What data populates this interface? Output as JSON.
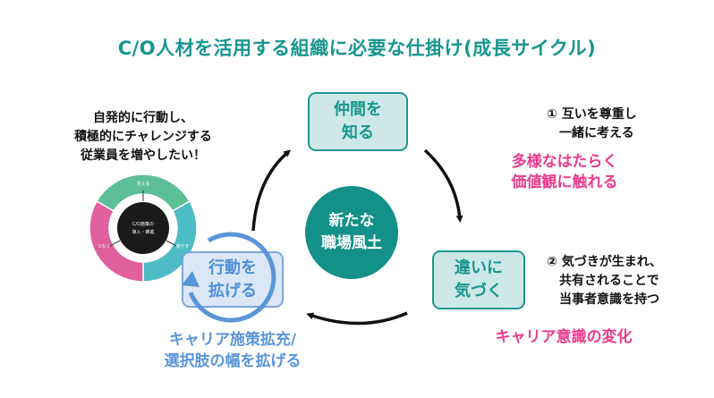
{
  "title": "C/O人材を活用する組織に必要な仕掛け(成長サイクル)",
  "left_intro": {
    "lines": [
      "自発的に行動し、",
      "積極的にチャレンジする",
      "従業員を増やしたい！"
    ]
  },
  "donut": {
    "center_lines": [
      "C/O施策の",
      "導入・推進"
    ],
    "segments": [
      {
        "label": "見える",
        "color": "#5cbf98"
      },
      {
        "label": "増やす",
        "color": "#4dbcc5"
      },
      {
        "label": "つなぐ",
        "color": "#e0609f"
      }
    ],
    "center_color": "#1a1a1a"
  },
  "cycle": {
    "center": {
      "lines": [
        "新たな",
        "職場風土"
      ],
      "color": "#139189"
    },
    "nodes": {
      "top": {
        "lines": [
          "仲間を",
          "知る"
        ]
      },
      "right": {
        "lines": [
          "違いに",
          "気づく"
        ]
      },
      "left": {
        "lines": [
          "行動を",
          "拡げる"
        ]
      }
    }
  },
  "notes": {
    "step1": {
      "lines": [
        "① 互いを尊重し",
        "　一緒に考える"
      ]
    },
    "step2": {
      "lines": [
        "② 気づきが生まれ、",
        "　共有されることで",
        "　当事者意識を持つ"
      ]
    }
  },
  "highlights": {
    "pink1": {
      "lines": [
        "多様なはたらく",
        "価値観に触れる"
      ]
    },
    "pink2": {
      "lines": [
        "キャリア意識の変化"
      ]
    },
    "blue": {
      "lines": [
        "キャリア施策拡充/",
        "選択肢の幅を拡げる"
      ]
    }
  },
  "colors": {
    "teal": "#17968f",
    "pink": "#ec3b8d",
    "blue": "#5a95d8"
  }
}
